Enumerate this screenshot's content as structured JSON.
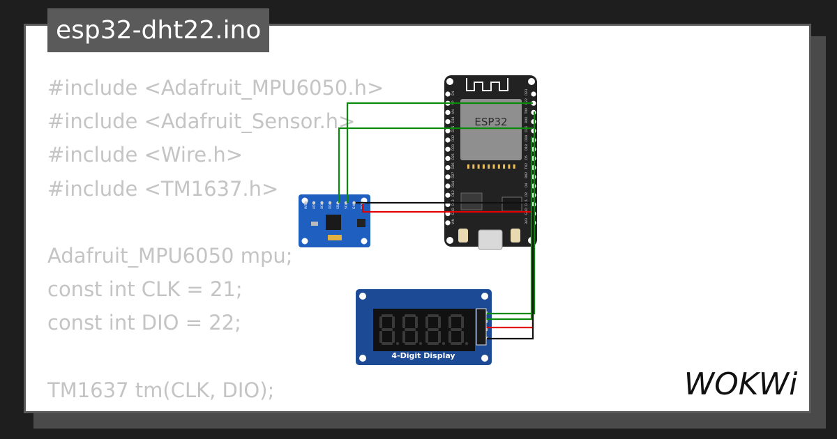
{
  "sketch": {
    "filename": "esp32-dht22.ino",
    "code_lines": [
      "#include <Adafruit_MPU6050.h>",
      "#include <Adafruit_Sensor.h>",
      "#include <Wire.h>",
      "#include <TM1637.h>",
      "",
      "Adafruit_MPU6050 mpu;",
      "const int CLK = 21;",
      "const int DIO = 22;",
      "",
      "TM1637 tm(CLK, DIO);"
    ]
  },
  "diagram": {
    "esp32_label": "ESP32",
    "display_label": "4-Digit Display",
    "display_value": "8.8.8.8",
    "esp32_left_pins": [
      "EN",
      "VP",
      "VN",
      "D34",
      "D35",
      "D32",
      "D33",
      "D25",
      "D26",
      "D27",
      "D14",
      "D12",
      "D13",
      "GND",
      "VIN"
    ],
    "esp32_right_pins": [
      "D23",
      "D22",
      "TX0",
      "RX0",
      "D21",
      "D19",
      "D18",
      "D5",
      "TX2",
      "RX2",
      "D4",
      "D2",
      "D15",
      "GND",
      "3V3"
    ],
    "mpu_pins": [
      "INT",
      "AD0",
      "XCL",
      "XDA",
      "SDA",
      "SCL",
      "GND",
      "VCC"
    ],
    "wire_colors": {
      "data": "#0a8a0a",
      "power": "#e00000",
      "ground": "#111111"
    },
    "board_colors": {
      "esp32": "#222222",
      "module": "#1f5fbf",
      "display": "#1c4a95"
    }
  },
  "brand": {
    "logo_text": "WOKWi"
  }
}
